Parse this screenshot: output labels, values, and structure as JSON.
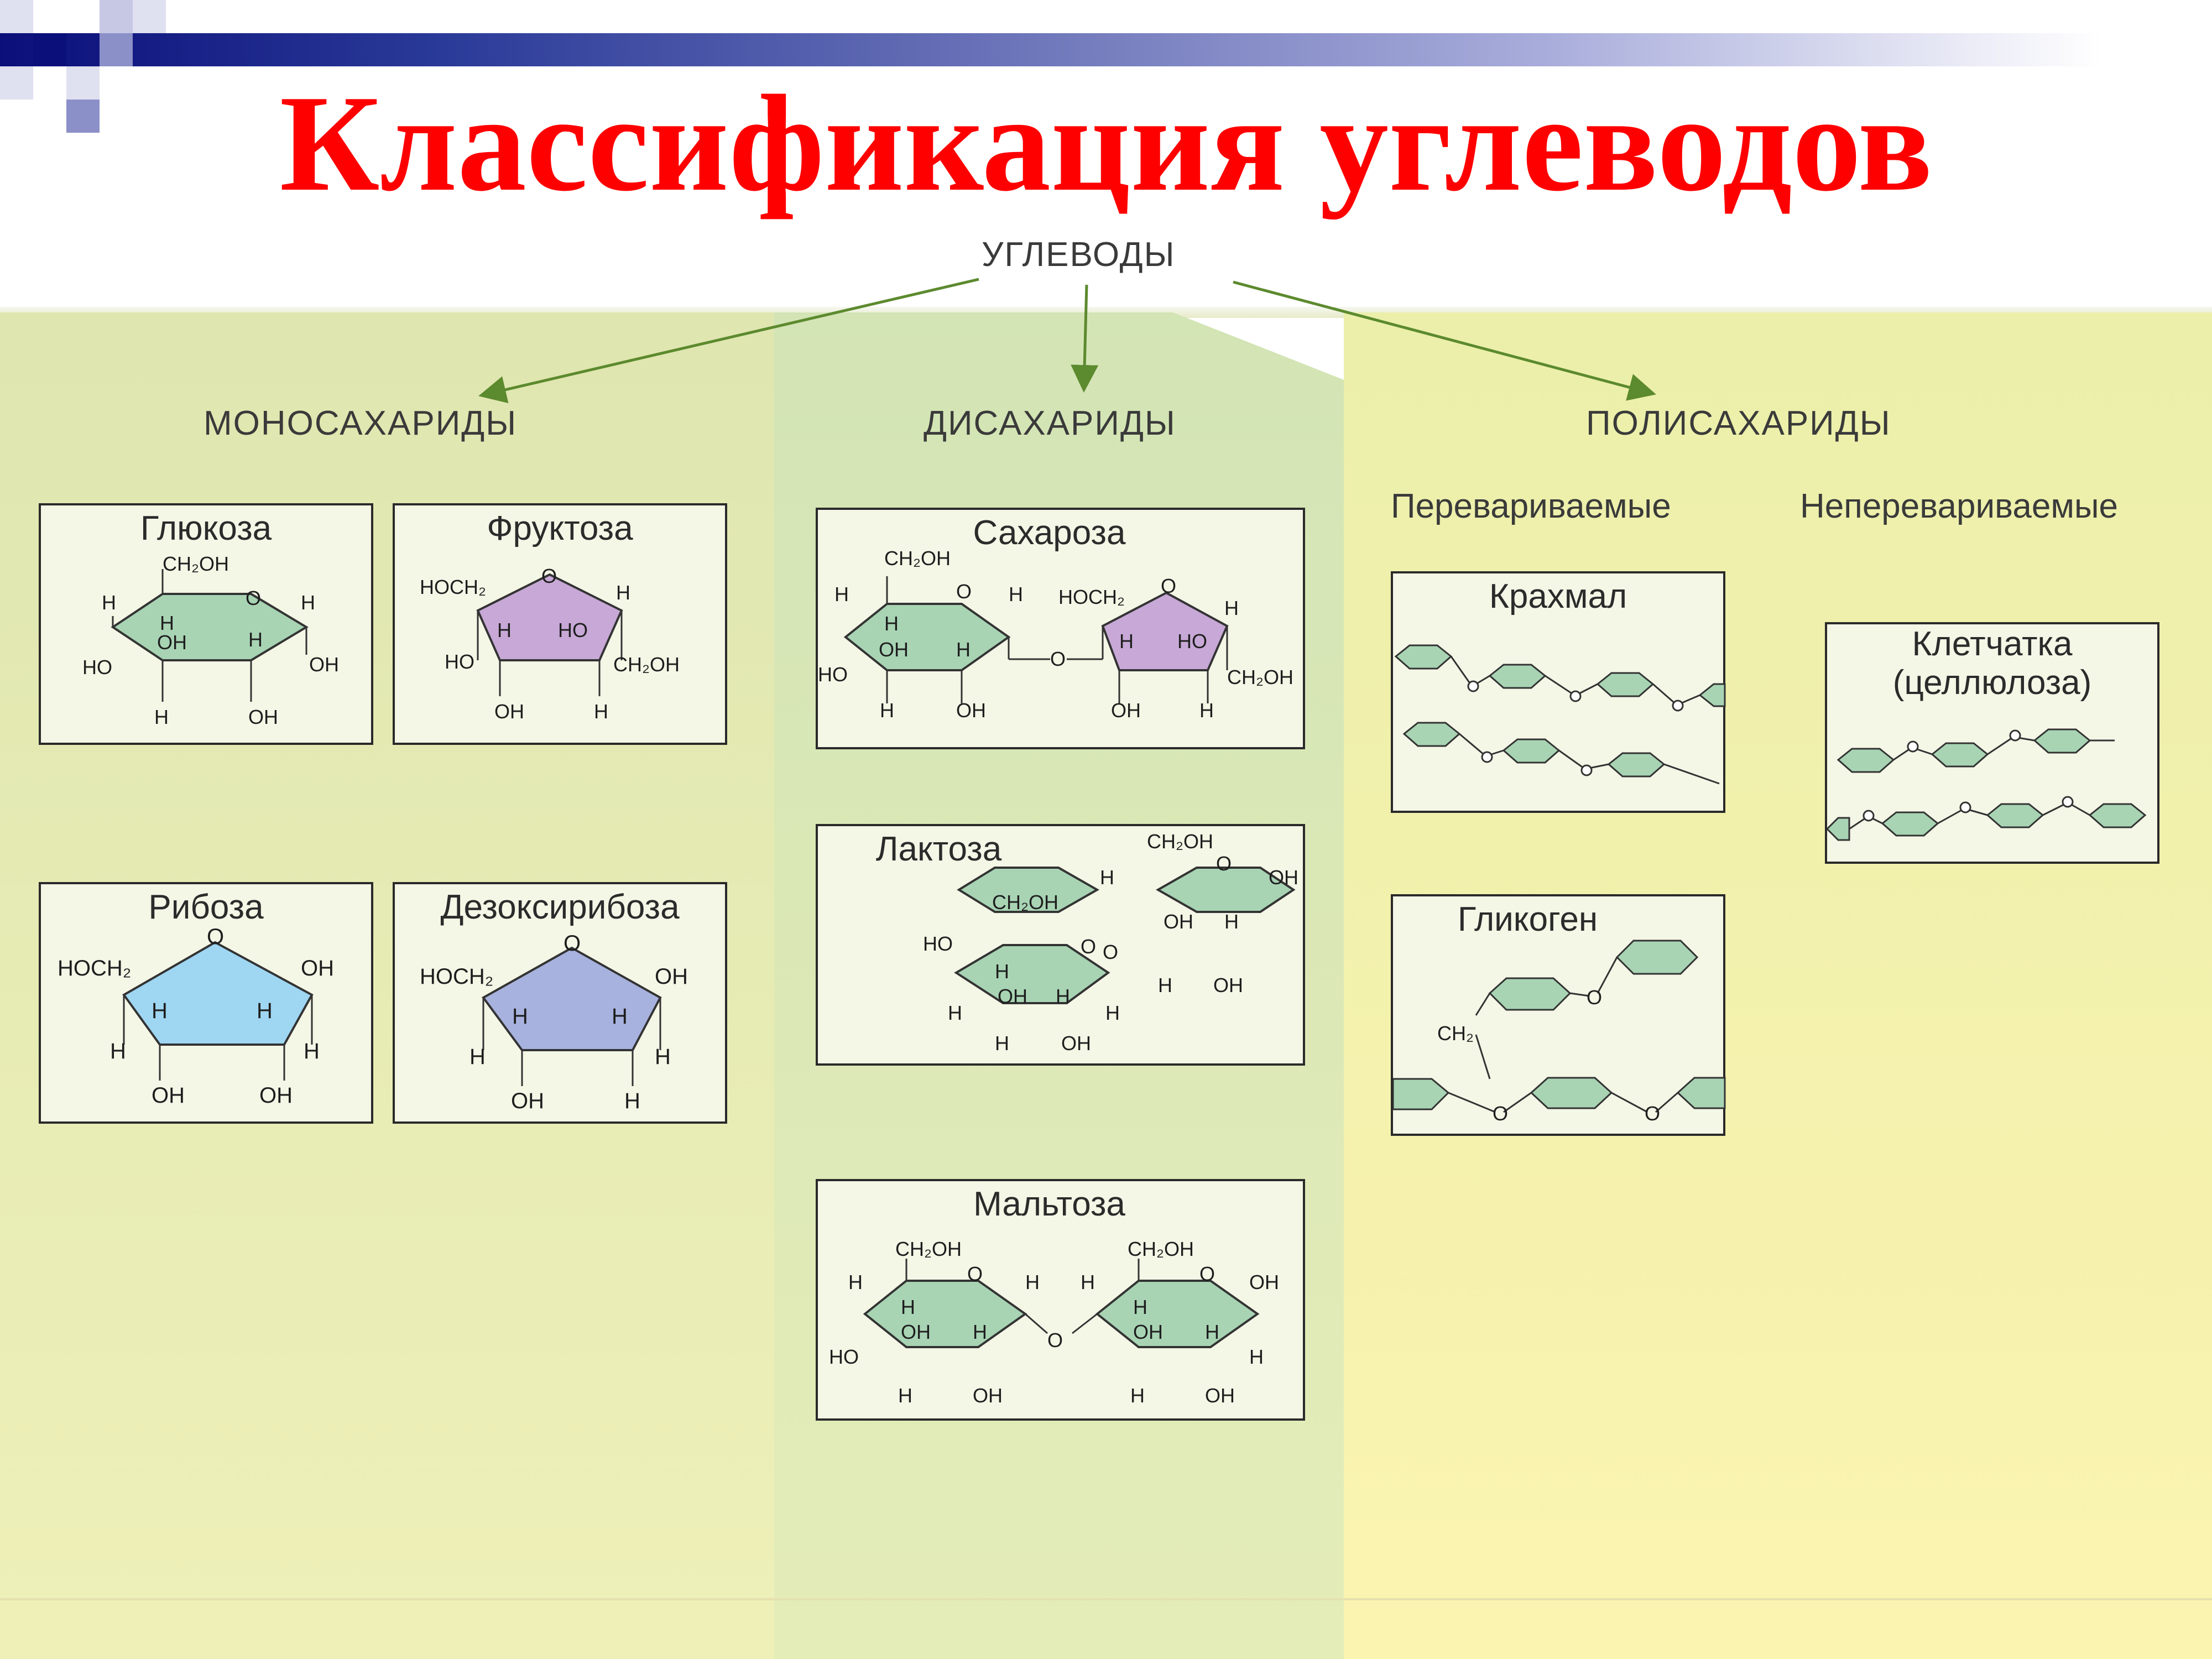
{
  "title": "Классификация углеводов",
  "root": "УГЛЕВОДЫ",
  "categories": {
    "mono": "МОНОСАХАРИДЫ",
    "di": "ДИСАХАРИДЫ",
    "poly": "ПОЛИСАХАРИДЫ"
  },
  "poly_groups": {
    "digestible": "Перевариваемые",
    "indigestible": "Неперевариваемые"
  },
  "mono": [
    "Глюкоза",
    "Фруктоза",
    "Рибоза",
    "Дезоксирибоза"
  ],
  "di": [
    "Сахароза",
    "Лактоза",
    "Мальтоза"
  ],
  "poly_digestible": [
    "Крахмал",
    "Гликоген"
  ],
  "poly_indigestible": [
    "Клетчатка",
    "(целлюлоза)"
  ],
  "formula_labels": {
    "ch2oh": "CH₂OH",
    "hoch2": "HOCH₂",
    "ch2": "CH₂",
    "oh": "OH",
    "ho": "HO",
    "h": "H",
    "o": "O"
  },
  "colors": {
    "title": "#ff0000",
    "glucose_ring": "#a8d4b4",
    "fructose_ring": "#c7a8d6",
    "ribose_ring": "#9fd6f2",
    "deoxyribose_ring": "#a7b2de",
    "arrow": "#5c8a2e"
  }
}
